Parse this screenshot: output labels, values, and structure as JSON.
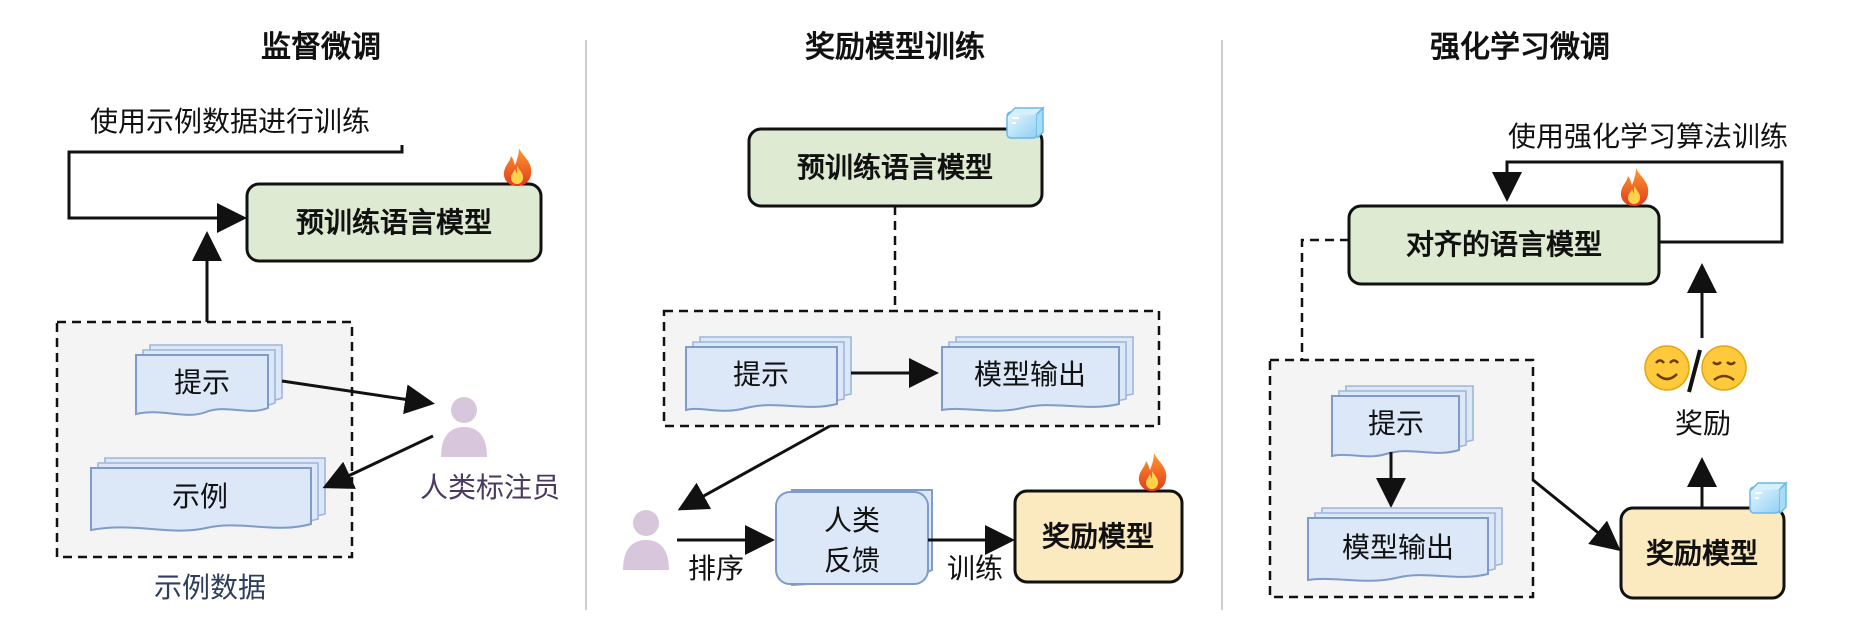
{
  "panels": [
    {
      "title": "监督微调",
      "loop_label": "使用示例数据进行训练",
      "model": "预训练语言模型",
      "prompt": "提示",
      "example": "示例",
      "annotator": "人类标注员",
      "data_caption": "示例数据"
    },
    {
      "title": "奖励模型训练",
      "model": "预训练语言模型",
      "prompt": "提示",
      "model_output": "模型输出",
      "rank": "排序",
      "feedback_line1": "人类",
      "feedback_line2": "反馈",
      "train": "训练",
      "reward_model": "奖励模型"
    },
    {
      "title": "强化学习微调",
      "loop_label": "使用强化学习算法训练",
      "model": "对齐的语言模型",
      "prompt": "提示",
      "model_output": "模型输出",
      "reward": "奖励",
      "reward_model": "奖励模型"
    }
  ],
  "colors": {
    "model_green": "#dfead2",
    "reward_yellow": "#fbe9c0",
    "doc_blue": "#dce8f8",
    "annotator_purple": "#4a3a5e",
    "caption_navy": "#2f3e5e"
  },
  "icons": [
    "fire-icon",
    "ice-icon",
    "person-icon",
    "smile-emoji-icon",
    "sad-emoji-icon"
  ]
}
